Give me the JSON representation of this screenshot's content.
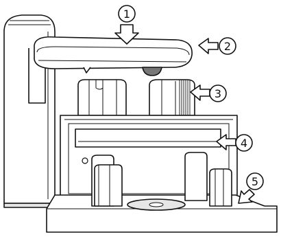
{
  "diagram": {
    "parts": [
      {
        "id": "robotic-arm",
        "icon": "gripper-arm"
      },
      {
        "id": "disc-spindles",
        "icon": "spindle-pair"
      },
      {
        "id": "disc-drive",
        "icon": "optical-drive"
      },
      {
        "id": "base-platform",
        "icon": "base-tray"
      },
      {
        "id": "side-tower",
        "icon": "tower"
      }
    ],
    "callouts": [
      {
        "number": "1",
        "direction": "down"
      },
      {
        "number": "2",
        "direction": "left"
      },
      {
        "number": "3",
        "direction": "left"
      },
      {
        "number": "4",
        "direction": "left"
      },
      {
        "number": "5",
        "direction": "down-left"
      }
    ],
    "colors": {
      "line": "#111111",
      "fill": "#ffffff",
      "shade": "#e6e6e6",
      "dark": "#777777"
    }
  }
}
